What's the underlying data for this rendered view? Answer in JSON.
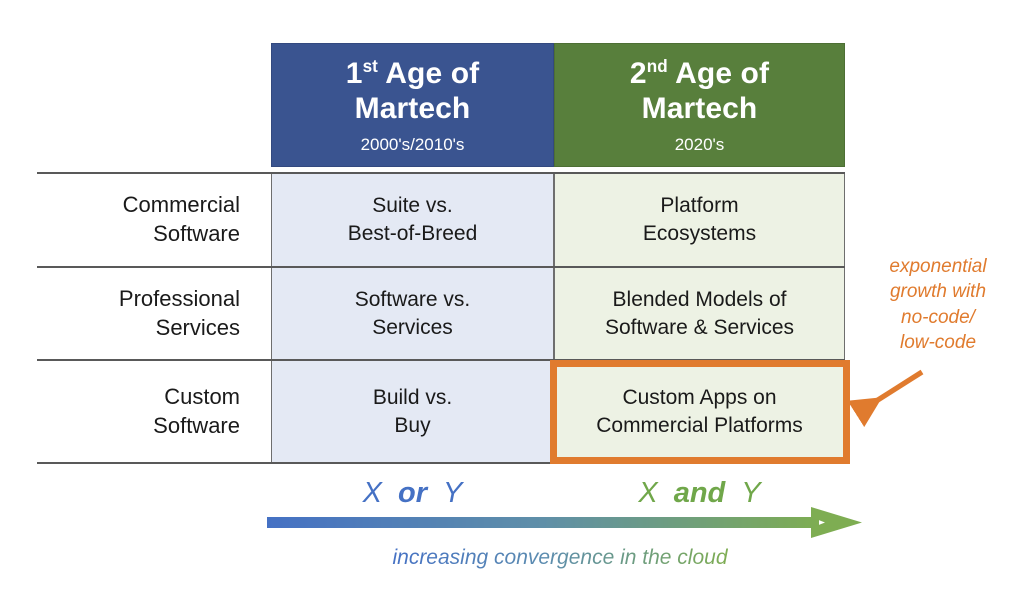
{
  "columns": [
    {
      "id": "first-age",
      "title_main": "Age of",
      "title_prefix": "1",
      "title_sup": "st",
      "title_line2": "Martech",
      "subtitle": "2000's/2010's",
      "header_color": "#3a5490",
      "cell_color": "#e4e9f4"
    },
    {
      "id": "second-age",
      "title_main": "Age of",
      "title_prefix": "2",
      "title_sup": "nd",
      "title_line2": "Martech",
      "subtitle": "2020's",
      "header_color": "#587f3c",
      "cell_color": "#edf2e4"
    }
  ],
  "rows": [
    {
      "label_line1": "Commercial",
      "label_line2": "Software",
      "col1_line1": "Suite vs.",
      "col1_line2": "Best-of-Breed",
      "col2_line1": "Platform",
      "col2_line2": "Ecosystems"
    },
    {
      "label_line1": "Professional",
      "label_line2": "Services",
      "col1_line1": "Software vs.",
      "col1_line2": "Services",
      "col2_line1": "Blended Models of",
      "col2_line2": "Software & Services"
    },
    {
      "label_line1": "Custom",
      "label_line2": "Software",
      "col1_line1": "Build vs.",
      "col1_line2": "Buy",
      "col2_line1": "Custom Apps on",
      "col2_line2": "Commercial Platforms"
    }
  ],
  "highlight": {
    "target": "Custom Apps on Commercial Platforms",
    "color": "#e07b2e"
  },
  "annotation": {
    "line1": "exponential",
    "line2": "growth with",
    "line3": "no-code/",
    "line4": "low-code",
    "color": "#e07b2e",
    "arrow_icon": "arrow-down-left-icon"
  },
  "legend": {
    "left": {
      "x": "X",
      "operator": "or",
      "y": "Y",
      "color": "#4571c4"
    },
    "right": {
      "x": "X",
      "operator": "and",
      "y": "Y",
      "color": "#70a74a"
    }
  },
  "convergence": {
    "arrow_icon": "arrow-right-icon",
    "caption": "increasing convergence in the cloud",
    "start_color": "#4571c4",
    "end_color": "#7ead52"
  }
}
